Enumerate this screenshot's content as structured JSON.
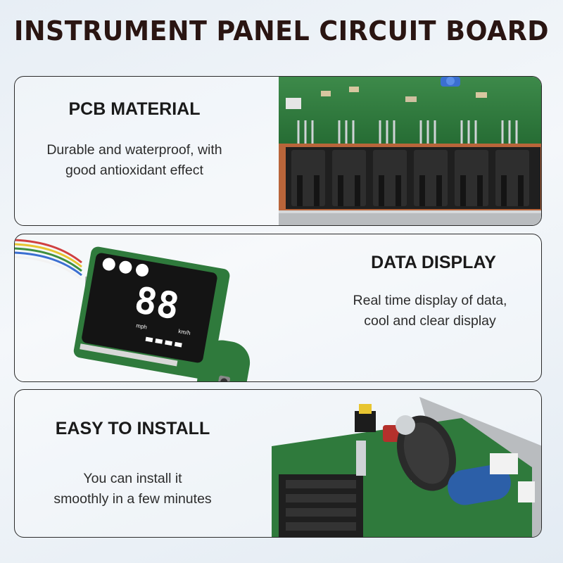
{
  "page": {
    "title": "INSTRUMENT PANEL CIRCUIT BOARD"
  },
  "features": [
    {
      "title": "PCB MATERIAL",
      "desc_line1": "Durable and waterproof, with",
      "desc_line2": "good antioxidant effect",
      "image_icon": "pcb-mosfet-board-photo"
    },
    {
      "title": "DATA DISPLAY",
      "desc_line1": "Real time display of data,",
      "desc_line2": "cool and clear display",
      "image_icon": "led-display-board-photo",
      "display": {
        "digits": "88",
        "unit_left": "mph",
        "unit_right": "km/h"
      }
    },
    {
      "title": "EASY TO INSTALL",
      "desc_line1": "You can install it",
      "desc_line2": "smoothly in a few minutes",
      "image_icon": "controller-board-photo"
    }
  ],
  "colors": {
    "title": "#2a1512",
    "pcb_green": "#2f7a3c",
    "connector_black": "#1f1f1f",
    "heatsink_silver": "#b9bcbf",
    "capacitor_blue": "#2c5fa8"
  }
}
